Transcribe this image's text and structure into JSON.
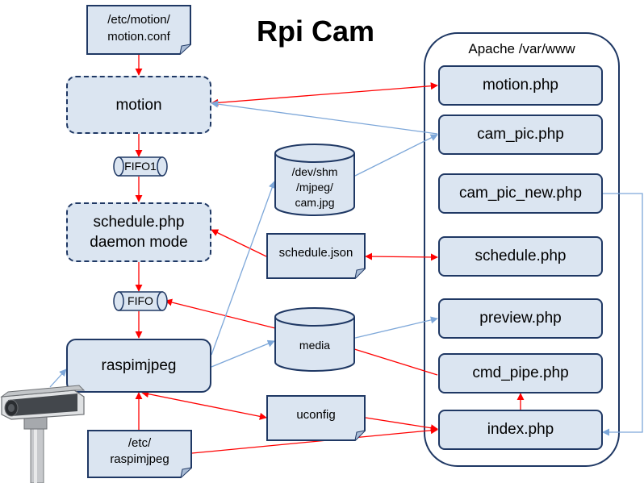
{
  "title": "Rpi Cam",
  "apache": {
    "title": "Apache /var/www",
    "pages": [
      "motion.php",
      "cam_pic.php",
      "cam_pic_new.php",
      "schedule.php",
      "preview.php",
      "cmd_pipe.php",
      "index.php"
    ]
  },
  "processes": {
    "motion": "motion",
    "schedule_line1": "schedule.php",
    "schedule_line2": "daemon mode",
    "raspimjpeg": "raspimjpeg"
  },
  "pipes": {
    "fifo1": "FIFO1",
    "fifo": "FIFO"
  },
  "files": {
    "motion_conf_line1": "/etc/motion/",
    "motion_conf_line2": "motion.conf",
    "schedule_json": "schedule.json",
    "uconfig": "uconfig",
    "raspimjpeg_conf_line1": "/etc/",
    "raspimjpeg_conf_line2": "raspimjpeg"
  },
  "stores": {
    "shm_lines": [
      "/dev/shm",
      "/mjpeg/",
      "cam.jpg"
    ],
    "media": "media"
  },
  "colors": {
    "node_fill": "#dbe5f1",
    "node_border": "#1f3864",
    "red_arrow": "#ff0000",
    "blue_arrow": "#7da7d9"
  }
}
